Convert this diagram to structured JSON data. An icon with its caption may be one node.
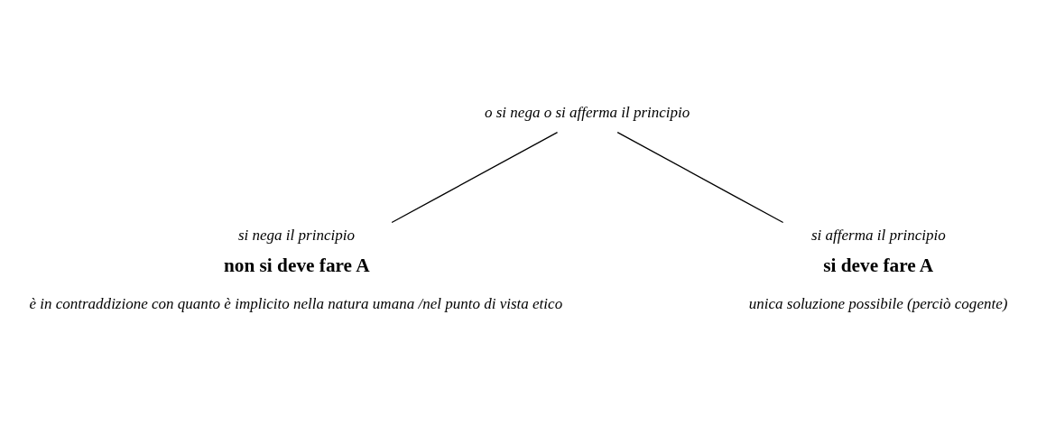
{
  "diagram": {
    "nodes": [
      {
        "text": [
          "o si nega o si afferma il principio"
        ]
      },
      {
        "text": [
          "si nega il principio",
          "non si deve fare A",
          "è in contraddizione con quanto è implicito nella natura umana /nel punto di vista etico"
        ]
      },
      {
        "text": [
          "si afferma il principio",
          "si deve fare A",
          "unica soluzione possibile (perciò cogente)"
        ]
      }
    ],
    "edges": [
      {
        "from": 0,
        "to": 1,
        "arrow": "none"
      },
      {
        "from": 0,
        "to": 2,
        "arrow": "none"
      }
    ]
  }
}
